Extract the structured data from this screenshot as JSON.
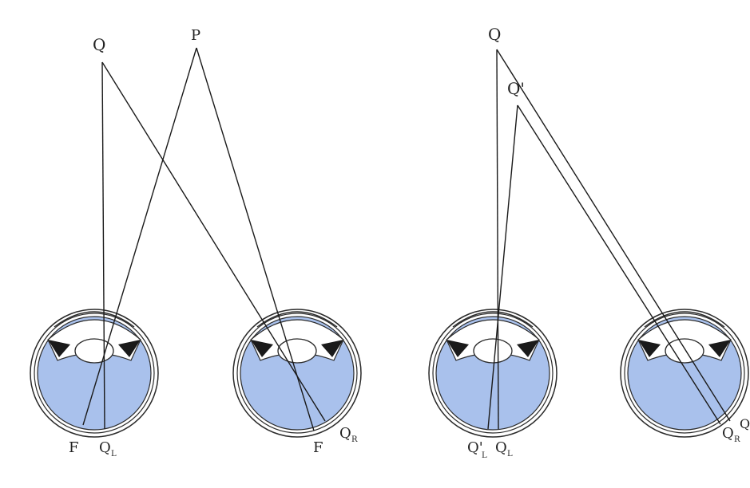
{
  "colors": {
    "background": "#ffffff",
    "eyeball_fill": "#a9c1ec",
    "eyeball_outline": "#2a2a2a",
    "lens_fill": "#ffffff",
    "ray": "#1a1a1a"
  },
  "left_panel": {
    "points": {
      "Q": "Q",
      "P": "P"
    },
    "retina_labels": {
      "left_eye_F": "F",
      "left_eye_QL_main": "Q",
      "left_eye_QL_sub": "L",
      "right_eye_F": "F",
      "right_eye_QR_main": "Q",
      "right_eye_QR_sub": "R"
    }
  },
  "right_panel": {
    "points": {
      "Q": "Q",
      "Q_prime": "Q'"
    },
    "retina_labels": {
      "left_eye_QpL_main": "Q'",
      "left_eye_QpL_sub": "L",
      "left_eye_QL_main": "Q",
      "left_eye_QL_sub": "L",
      "right_eye_QR_main": "Q",
      "right_eye_QR_sub": "R",
      "right_eye_edge": "Q"
    }
  }
}
